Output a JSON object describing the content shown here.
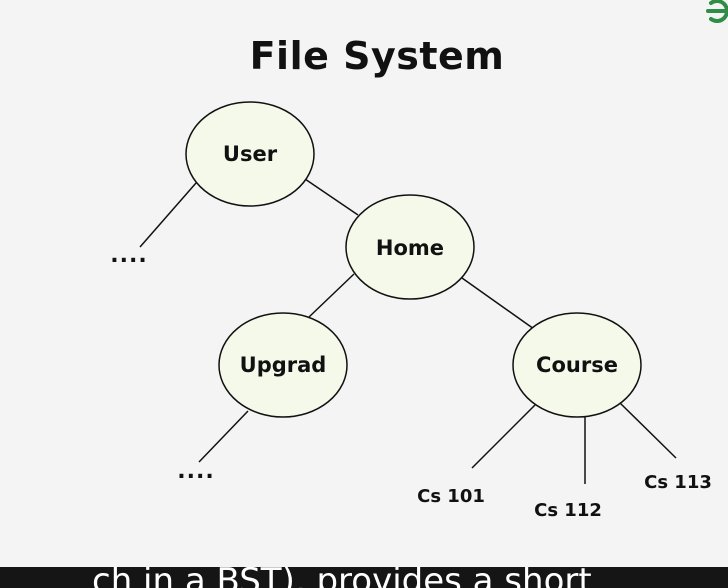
{
  "title": "File System",
  "nodes": {
    "user": "User",
    "home": "Home",
    "upgrad": "Upgrad",
    "course": "Course"
  },
  "leaves": {
    "cs101": "Cs 101",
    "cs112": "Cs 112",
    "cs113": "Cs 113"
  },
  "ellipsis": {
    "user_children": "....",
    "upgrad_children": "...."
  },
  "colors": {
    "node_fill": "#f4f9e9",
    "edge": "#111111",
    "background": "#f4f4f4",
    "brand": "#2f8d46"
  },
  "icons": {
    "brand": "gfg-logo-icon"
  },
  "caption": "ch in a BST), provides a short"
}
